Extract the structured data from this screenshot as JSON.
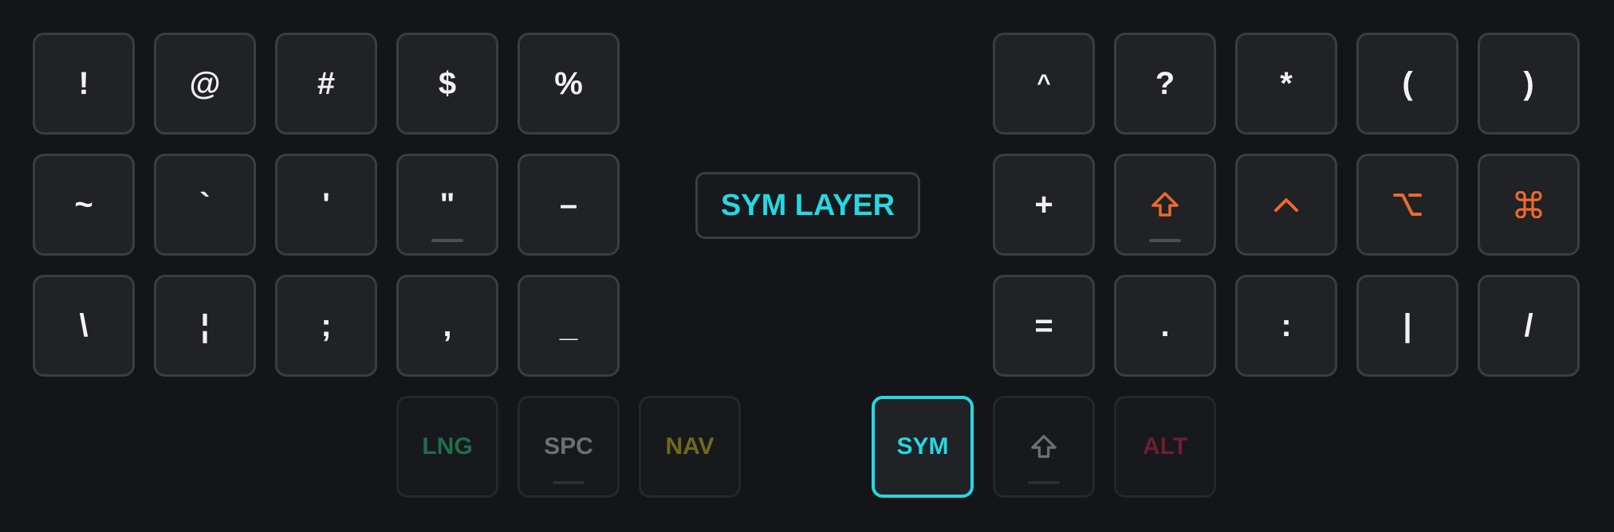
{
  "layer_title": "SYM LAYER",
  "colors": {
    "background": "#131519",
    "key_bg": "#202226",
    "key_border": "#3a3d43",
    "accent_cyan": "#25d8e2",
    "modifier_orange": "#ec6a2c",
    "lng_green": "#1f6e4c",
    "spc_gray": "#6c6f74",
    "nav_olive": "#6f6a1c",
    "alt_red": "#6e1e33"
  },
  "left_hand": {
    "row1": [
      "!",
      "@",
      "#",
      "$",
      "%"
    ],
    "row2": [
      "~",
      "`",
      "'",
      "\"",
      "–"
    ],
    "row3": [
      "\\",
      "¦",
      ";",
      ",",
      "_"
    ]
  },
  "right_hand": {
    "row1": [
      "^",
      "?",
      "*",
      "(",
      ")"
    ],
    "row2_plus": "+",
    "row2_icons": [
      "shift-icon",
      "control-icon",
      "option-icon",
      "command-icon"
    ],
    "row3": [
      "=",
      ".",
      ":",
      "|",
      "/"
    ]
  },
  "thumbs": {
    "left": [
      {
        "label": "LNG",
        "color": "#1f6e4c"
      },
      {
        "label": "SPC",
        "color": "#6c6f74"
      },
      {
        "label": "NAV",
        "color": "#6f6a1c"
      }
    ],
    "right": [
      {
        "label": "SYM",
        "state": "active"
      },
      {
        "icon": "shift-icon",
        "color": "#6c6f74"
      },
      {
        "label": "ALT",
        "color": "#6e1e33"
      }
    ]
  }
}
